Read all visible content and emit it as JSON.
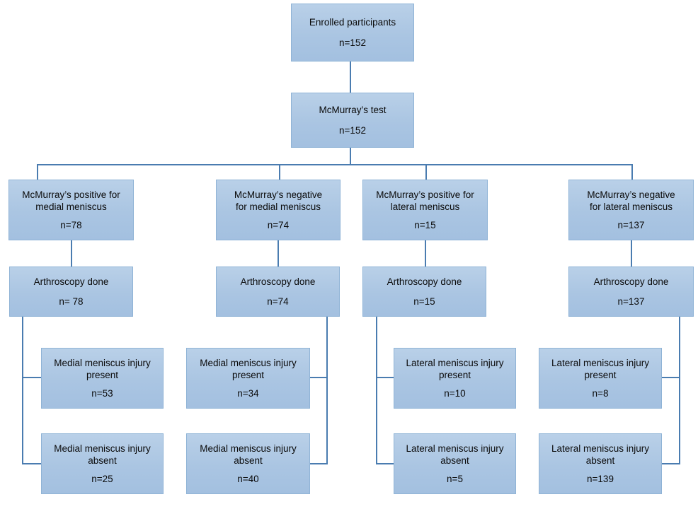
{
  "diagram": {
    "type": "flowchart",
    "title_node": "Enrolled participants",
    "accent_color": "#aac5e2",
    "border_color": "#8fb3d6",
    "line_color": "#4a7cb0",
    "nodes": {
      "enrolled": {
        "label": "Enrolled participants",
        "count": "n=152"
      },
      "mcmurray_test": {
        "label": "McMurray’s test",
        "count": "n=152"
      },
      "mm_positive": {
        "label": "McMurray’s positive for\nmedial meniscus",
        "count": "n=78"
      },
      "mm_negative": {
        "label": "McMurray’s negative\nfor medial meniscus",
        "count": "n=74"
      },
      "lm_positive": {
        "label": "McMurray’s positive for\nlateral meniscus",
        "count": "n=15"
      },
      "lm_negative": {
        "label": "McMurray’s negative\nfor lateral meniscus",
        "count": "n=137"
      },
      "arthro_1": {
        "label": "Arthroscopy done",
        "count": "n= 78"
      },
      "arthro_2": {
        "label": "Arthroscopy done",
        "count": "n=74"
      },
      "arthro_3": {
        "label": "Arthroscopy done",
        "count": "n=15"
      },
      "arthro_4": {
        "label": "Arthroscopy done",
        "count": "n=137"
      },
      "medial_present_1": {
        "label": "Medial meniscus injury\npresent",
        "count": "n=53"
      },
      "medial_absent_1": {
        "label": "Medial meniscus injury\nabsent",
        "count": "n=25"
      },
      "medial_present_2": {
        "label": "Medial meniscus injury\npresent",
        "count": "n=34"
      },
      "medial_absent_2": {
        "label": "Medial meniscus injury\nabsent",
        "count": "n=40"
      },
      "lateral_present_1": {
        "label": "Lateral meniscus injury\npresent",
        "count": "n=10"
      },
      "lateral_absent_1": {
        "label": "Lateral meniscus injury\nabsent",
        "count": "n=5"
      },
      "lateral_present_2": {
        "label": "Lateral meniscus injury\npresent",
        "count": "n=8"
      },
      "lateral_absent_2": {
        "label": "Lateral meniscus injury\nabsent",
        "count": "n=139"
      }
    }
  }
}
